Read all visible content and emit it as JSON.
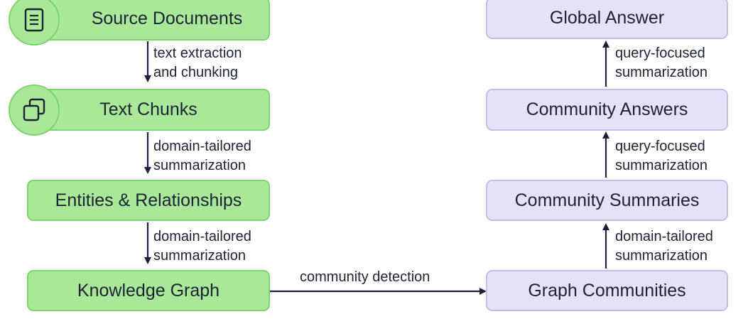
{
  "colors": {
    "green_fill": "#a8e898",
    "green_border": "#7fd46e",
    "purple_fill": "#e6e1f6",
    "purple_border": "#c6bde6",
    "arrow": "#1c2040"
  },
  "left_column": {
    "source_documents": "Source Documents",
    "text_chunks": "Text Chunks",
    "entities_relationships": "Entities & Relationships",
    "knowledge_graph": "Knowledge Graph"
  },
  "right_column": {
    "global_answer": "Global Answer",
    "community_answers": "Community Answers",
    "community_summaries": "Community Summaries",
    "graph_communities": "Graph Communities"
  },
  "edges": {
    "extraction": [
      "text extraction",
      "and chunking"
    ],
    "chunks_to_entities": [
      "domain-tailored",
      "summarization"
    ],
    "entities_to_graph": [
      "domain-tailored",
      "summarization"
    ],
    "community_detection": "community detection",
    "communities_to_summaries": [
      "domain-tailored",
      "summarization"
    ],
    "summaries_to_answers": [
      "query-focused",
      "summarization"
    ],
    "answers_to_global": [
      "query-focused",
      "summarization"
    ]
  },
  "icons": {
    "source_documents": "document-icon",
    "text_chunks": "overlapping-squares-icon"
  }
}
